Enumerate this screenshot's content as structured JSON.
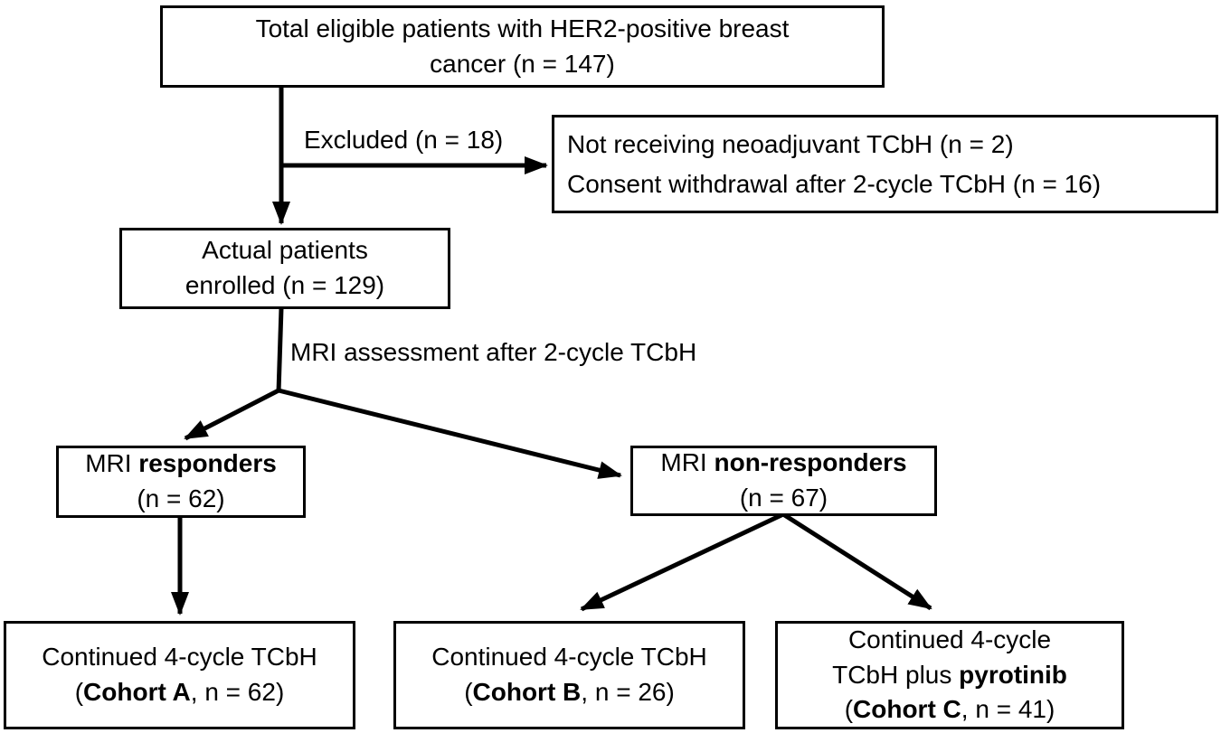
{
  "diagram": {
    "title": "Patient enrollment flowchart",
    "colors": {
      "line": "#000000",
      "box_border": "#000000",
      "box_fill": "#ffffff",
      "text": "#000000",
      "background": "#ffffff"
    },
    "boxes": {
      "total": {
        "line1": "Total eligible patients with HER2-positive breast",
        "line2": "cancer (n = 147)"
      },
      "excluded": {
        "line1": "Not receiving neoadjuvant TCbH (n = 2)",
        "line2": "Consent withdrawal after 2-cycle TCbH (n = 16)"
      },
      "enrolled": {
        "line1": "Actual patients",
        "line2": "enrolled (n = 129)"
      },
      "responders": {
        "l1_pre": "MRI ",
        "l1_bold": "responders",
        "line2": "(n = 62)"
      },
      "non_responders": {
        "l1_pre": "MRI ",
        "l1_bold": "non-responders",
        "line2": "(n = 67)"
      },
      "cohort_a": {
        "line1": "Continued 4-cycle TCbH",
        "l2_pre": "(",
        "l2_bold": "Cohort A",
        "l2_post": ", n = 62)"
      },
      "cohort_b": {
        "line1": "Continued 4-cycle TCbH",
        "l2_pre": "(",
        "l2_bold": "Cohort B",
        "l2_post": ", n = 26)"
      },
      "cohort_c": {
        "line1": "Continued 4-cycle",
        "l2_pre": "TCbH plus ",
        "l2_bold": "pyrotinib",
        "l3_pre": "(",
        "l3_bold": "Cohort C",
        "l3_post": ", n = 41)"
      }
    },
    "labels": {
      "excluded": "Excluded (n = 18)",
      "mri_assessment": "MRI assessment after 2-cycle TCbH"
    }
  }
}
